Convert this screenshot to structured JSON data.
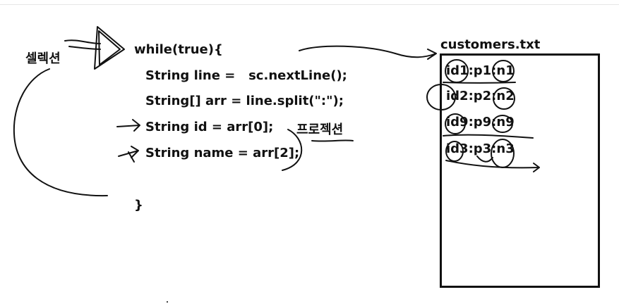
{
  "code": {
    "lines": [
      "while(true){",
      "String line =   sc.nextLine();",
      "String[] arr = line.split(\":\");",
      "String id = arr[0];",
      "String name = arr[2];",
      "}"
    ]
  },
  "annotations": {
    "selection": "셀렉션",
    "projection": "프로젝션"
  },
  "file": {
    "name": "customers.txt",
    "lines": [
      "id1:p1:n1",
      "id2:p2:n2",
      "id9:p9:n9",
      "id3:p3:n3"
    ]
  }
}
